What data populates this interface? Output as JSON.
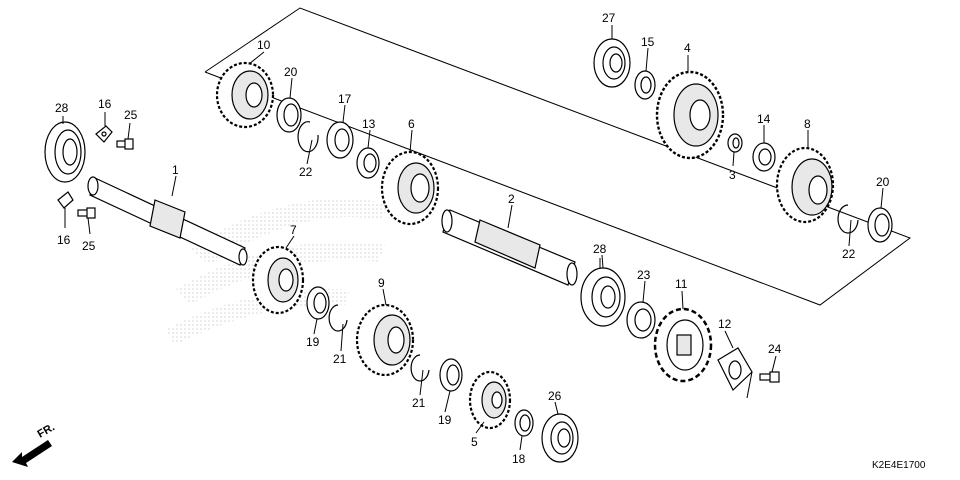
{
  "diagram": {
    "code": "K2E4E1700",
    "front_label": "FR.",
    "labels": {
      "l1": "1",
      "l2": "2",
      "l3": "3",
      "l4": "4",
      "l5": "5",
      "l6": "6",
      "l7": "7",
      "l8": "8",
      "l9": "9",
      "l10": "10",
      "l11": "11",
      "l12": "12",
      "l13": "13",
      "l14": "14",
      "l15": "15",
      "l16a": "16",
      "l16b": "16",
      "l17": "17",
      "l18": "18",
      "l19a": "19",
      "l19b": "19",
      "l20a": "20",
      "l20b": "20",
      "l21a": "21",
      "l21b": "21",
      "l22a": "22",
      "l22b": "22",
      "l23": "23",
      "l24": "24",
      "l25a": "25",
      "l25b": "25",
      "l26": "26",
      "l27": "27",
      "l28a": "28",
      "l28b": "28"
    }
  },
  "colors": {
    "line": "#000000",
    "watermark": "#dcdcdc",
    "part_fill": "#ffffff",
    "shade": "#e8e8e8"
  }
}
